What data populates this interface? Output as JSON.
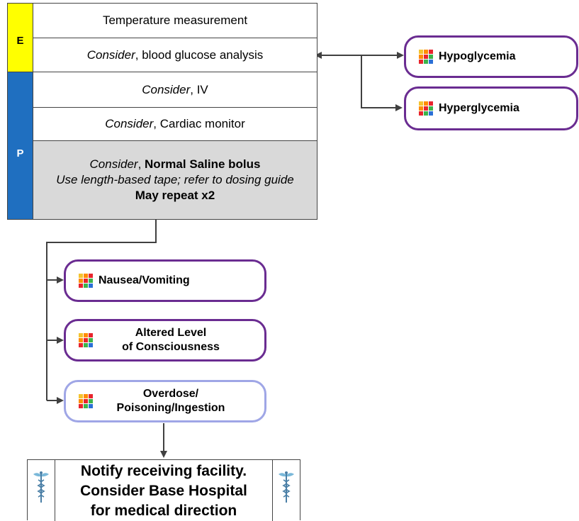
{
  "sections": {
    "e_letter": "E",
    "p_letter": "P"
  },
  "steps": {
    "temperature": "Temperature measurement",
    "glucose_consider": "Consider",
    "glucose_rest": ", blood glucose analysis",
    "iv_consider": "Consider",
    "iv_rest": ", IV",
    "cardiac_consider": "Consider",
    "cardiac_rest": ", Cardiac monitor",
    "saline_consider": "Consider",
    "saline_comma": ", ",
    "saline_bold": "Normal Saline bolus",
    "saline_tape": "Use length-based tape; refer to dosing guide",
    "saline_repeat": "May repeat x2"
  },
  "protocols": {
    "hypoglycemia": "Hypoglycemia",
    "hyperglycemia": "Hyperglycemia",
    "nausea": "Nausea/Vomiting",
    "altered_1": "Altered Level",
    "altered_2": "of Consciousness",
    "overdose_1": "Overdose/",
    "overdose_2": "Poisoning/Ingestion"
  },
  "notify": {
    "line1": "Notify receiving facility.",
    "line2": "Consider Base Hospital",
    "line3": "for medical direction"
  },
  "colors": {
    "e_bar": "#ffff00",
    "p_bar": "#1f6fc0",
    "pill_border": "#6a2c91",
    "pill_border_light": "#9fa6e6",
    "gray_row": "#d9d9d9",
    "icon_cells": [
      "#f4c430",
      "#ff8c00",
      "#e8242d",
      "#ff8c00",
      "#e8242d",
      "#3cb44b",
      "#e8242d",
      "#3cb44b",
      "#2a6fd6"
    ]
  },
  "icons": [
    "grid-icon",
    "caduceus-icon"
  ]
}
